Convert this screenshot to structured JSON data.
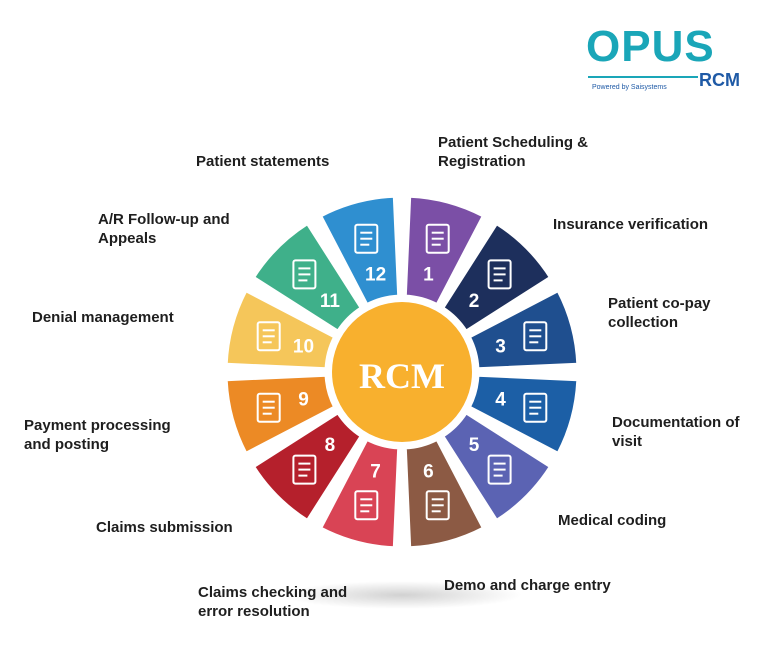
{
  "logo": {
    "brand": "OPUS",
    "product": "RCM",
    "tagline": "Powered by Saisystems"
  },
  "hub": {
    "label": "RCM",
    "color": "#f8b02e"
  },
  "segments": [
    {
      "number": "1",
      "label": "Patient Scheduling &\nRegistration",
      "color": "#7b4fa6",
      "icon": "form-pencil-icon"
    },
    {
      "number": "2",
      "label": "Insurance verification",
      "color": "#1d2f5c",
      "icon": "checklist-icon"
    },
    {
      "number": "3",
      "label": "Patient co-pay\ncollection",
      "color": "#1f4f8f",
      "icon": "cash-icon"
    },
    {
      "number": "4",
      "label": "Documentation of\nvisit",
      "color": "#1c5fa6",
      "icon": "document-icon"
    },
    {
      "number": "5",
      "label": "Medical coding",
      "color": "#5b63b3",
      "icon": "coding-icon"
    },
    {
      "number": "6",
      "label": "Demo and charge entry",
      "color": "#8c5a44",
      "icon": "desk-icon"
    },
    {
      "number": "7",
      "label": "Claims checking and\nerror resolution",
      "color": "#d94455",
      "icon": "claim-form-icon"
    },
    {
      "number": "8",
      "label": "Claims submission",
      "color": "#b5202c",
      "icon": "computer-user-icon"
    },
    {
      "number": "9",
      "label": "Payment processing\nand posting",
      "color": "#ec8a25",
      "icon": "invoice-icon"
    },
    {
      "number": "10",
      "label": "Denial management",
      "color": "#f5c65a",
      "icon": "denied-document-icon"
    },
    {
      "number": "11",
      "label": "A/R Follow-up and\nAppeals",
      "color": "#3fb08a",
      "icon": "approved-document-icon"
    },
    {
      "number": "12",
      "label": "Patient statements",
      "color": "#2f8fd0",
      "icon": "statement-icon"
    }
  ]
}
